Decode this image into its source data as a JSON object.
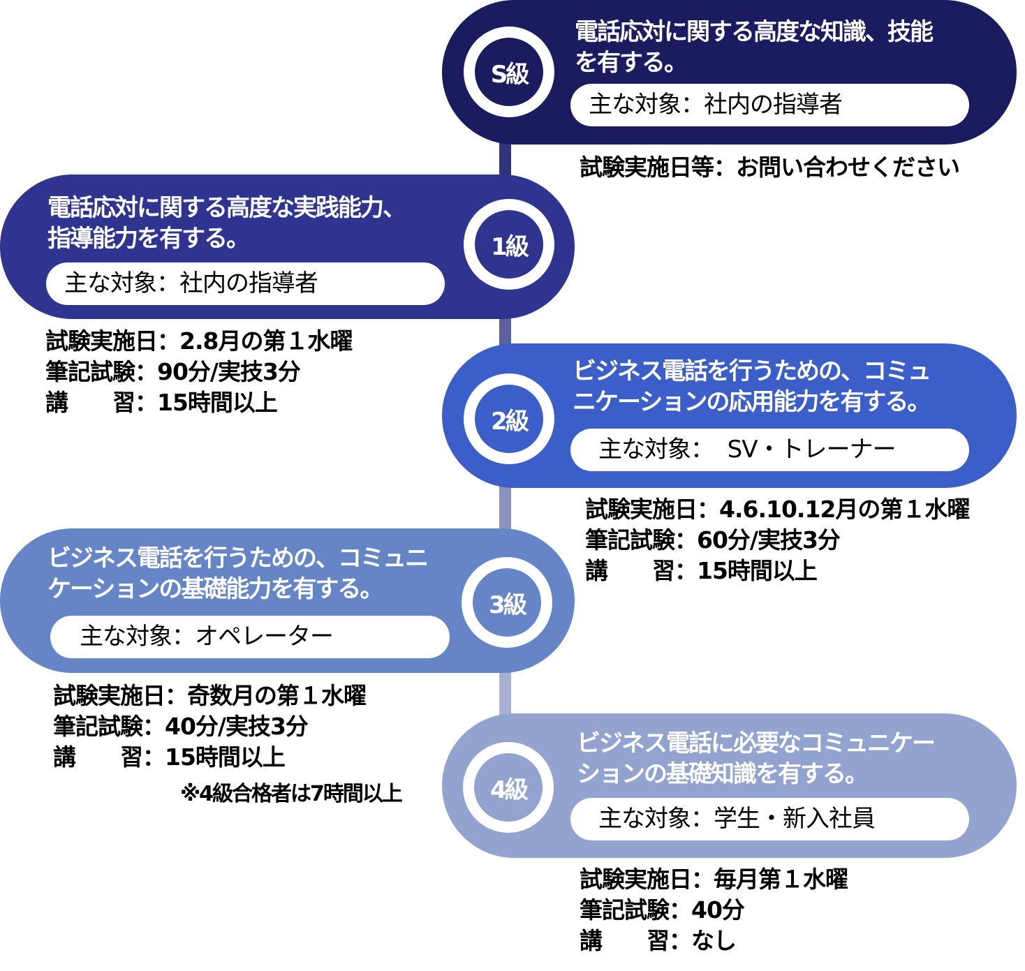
{
  "colors": {
    "s": "#1b1c5f",
    "g1": "#2f3490",
    "g2": "#3b5ec8",
    "g3": "#6685c6",
    "g4": "#92a3cf"
  },
  "levels": [
    {
      "badge": "S級",
      "desc": [
        "電話応対に関する高度な知識、技能",
        "を有する。"
      ],
      "target": "主な対象：社内の指導者",
      "info": [
        "試験実施日等：お問い合わせください"
      ]
    },
    {
      "badge": "1級",
      "desc": [
        "電話応対に関する高度な実践能力、",
        "指導能力を有する。"
      ],
      "target": "主な対象：社内の指導者",
      "info": [
        "試験実施日：2.8月の第１水曜",
        "筆記試験：90分/実技3分",
        "講　　習：15時間以上"
      ]
    },
    {
      "badge": "2級",
      "desc": [
        "ビジネス電話を行うための、コミュ",
        "ニケーションの応用能力を有する。"
      ],
      "target": "主な対象：  SV・トレーナー",
      "info": [
        "試験実施日：4.6.10.12月の第１水曜",
        "筆記試験：60分/実技3分",
        "講　　習：15時間以上"
      ]
    },
    {
      "badge": "3級",
      "desc": [
        "ビジネス電話を行うための、コミュニ",
        "ケーションの基礎能力を有する。"
      ],
      "target": "主な対象：オペレーター",
      "info": [
        "試験実施日：奇数月の第１水曜",
        "筆記試験：40分/実技3分",
        "講　　習：15時間以上"
      ],
      "note": "※4級合格者は7時間以上"
    },
    {
      "badge": "4級",
      "desc": [
        "ビジネス電話に必要なコミュニケー",
        "ションの基礎知識を有する。"
      ],
      "target": "主な対象：学生・新入社員",
      "info": [
        "試験実施日：毎月第１水曜",
        "筆記試験：40分",
        "講　　習：なし"
      ]
    }
  ]
}
